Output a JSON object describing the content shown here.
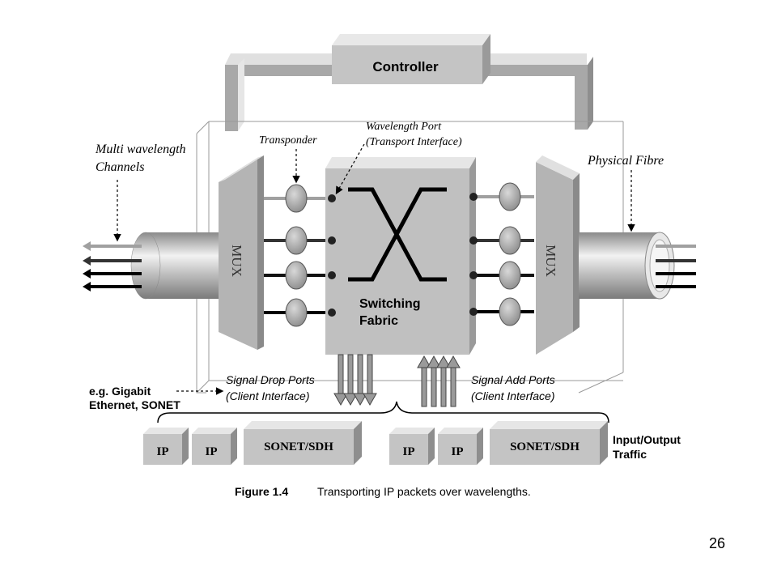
{
  "diagram": {
    "controller_label": "Controller",
    "multi_wavelength_label": [
      "Multi wavelength",
      "Channels"
    ],
    "transponder_label": "Transponder",
    "wavelength_port_label": [
      "Wavelength Port",
      "(Transport Interface)"
    ],
    "physical_fibre_label": "Physical Fibre",
    "mux_label": "MUX",
    "switching_fabric_label": [
      "Switching",
      "Fabric"
    ],
    "example_label": [
      "e.g. Gigabit",
      "Ethernet, SONET"
    ],
    "drop_ports_label": [
      "Signal Drop Ports",
      "(Client Interface)"
    ],
    "add_ports_label": [
      "Signal Add Ports",
      "(Client Interface)"
    ],
    "io_traffic_label": [
      "Input/Output",
      "Traffic"
    ],
    "client_boxes": [
      "IP",
      "IP",
      "SONET/SDH",
      "IP",
      "IP",
      "SONET/SDH"
    ],
    "figure_number": "Figure 1.4",
    "figure_caption": "Transporting IP packets over wavelengths."
  },
  "slide_number": "26"
}
